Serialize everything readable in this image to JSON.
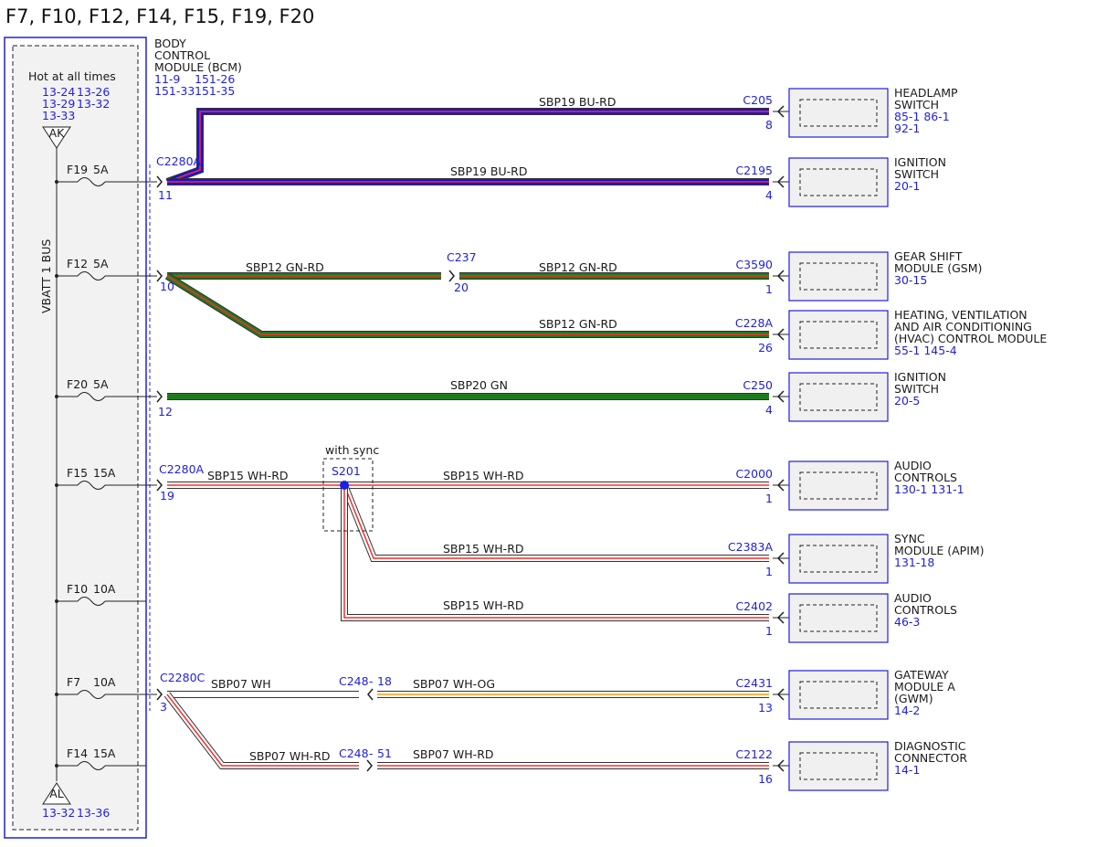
{
  "title": "F7, F10, F12, F14, F15, F19, F20",
  "fuse_box": {
    "hot_label": "Hot at all times",
    "refs_top": [
      "13-24",
      "13-26",
      "13-29",
      "13-32",
      "13-33"
    ],
    "top_marker": "AK",
    "bus_label": "VBATT 1 BUS",
    "bottom_marker": "AL",
    "refs_bottom": [
      "13-32",
      "13-36"
    ],
    "fuses": [
      {
        "name": "F19",
        "amps": "5A"
      },
      {
        "name": "F12",
        "amps": "5A"
      },
      {
        "name": "F20",
        "amps": "5A"
      },
      {
        "name": "F15",
        "amps": "15A"
      },
      {
        "name": "F10",
        "amps": "10A"
      },
      {
        "name": "F7",
        "amps": "10A"
      },
      {
        "name": "F14",
        "amps": "15A"
      }
    ]
  },
  "bcm": {
    "label_lines": [
      "BODY",
      "CONTROL",
      "MODULE (BCM)"
    ],
    "refs": [
      "11-9",
      "151-26",
      "151-33",
      "151-35"
    ]
  },
  "bcm_pins": [
    {
      "connector": "C2280A",
      "pin": "11"
    },
    {
      "connector": "",
      "pin": "10"
    },
    {
      "connector": "",
      "pin": "12"
    },
    {
      "connector": "C2280A",
      "pin": "19"
    },
    {
      "connector": "C2280C",
      "pin": "3"
    }
  ],
  "splice": {
    "caption": "with sync",
    "name": "S201"
  },
  "inline_connectors": [
    {
      "name": "C237",
      "pin": "20"
    },
    {
      "name": "C248",
      "pin": "18"
    },
    {
      "name": "C248",
      "pin": "51"
    }
  ],
  "wires": [
    {
      "label": "SBP19  BU-RD",
      "color": "#1a14d4",
      "stripe": "#ff2a2a"
    },
    {
      "label": "SBP19  BU-RD",
      "color": "#1a14d4",
      "stripe": "#ff2a2a"
    },
    {
      "label": "SBP12  GN-RD",
      "color": "#1e7a1e",
      "stripe": "#ff2a2a"
    },
    {
      "label": "SBP12  GN-RD",
      "color": "#1e7a1e",
      "stripe": "#ff2a2a"
    },
    {
      "label": "SBP12  GN-RD",
      "color": "#1e7a1e",
      "stripe": "#ff2a2a"
    },
    {
      "label": "SBP20  GN",
      "color": "#1e7a1e",
      "stripe": ""
    },
    {
      "label": "SBP15  WH-RD",
      "color": "#ffffff",
      "stripe": "#ff2a2a"
    },
    {
      "label": "SBP15  WH-RD",
      "color": "#ffffff",
      "stripe": "#ff2a2a"
    },
    {
      "label": "SBP15  WH-RD",
      "color": "#ffffff",
      "stripe": "#ff2a2a"
    },
    {
      "label": "SBP15  WH-RD",
      "color": "#ffffff",
      "stripe": "#ff2a2a"
    },
    {
      "label": "SBP07  WH",
      "color": "#ffffff",
      "stripe": ""
    },
    {
      "label": "SBP07  WH-OG",
      "color": "#ffffff",
      "stripe": "#f5a000"
    },
    {
      "label": "SBP07  WH-RD",
      "color": "#ffffff",
      "stripe": "#ff2a2a"
    },
    {
      "label": "SBP07  WH-RD",
      "color": "#ffffff",
      "stripe": "#ff2a2a"
    }
  ],
  "components": [
    {
      "connector": "C205",
      "pin": "8",
      "lines": [
        "HEADLAMP",
        "SWITCH"
      ],
      "refs": [
        "85-1   86-1",
        "92-1"
      ]
    },
    {
      "connector": "C2195",
      "pin": "4",
      "lines": [
        "IGNITION",
        "SWITCH"
      ],
      "refs": [
        "20-1"
      ]
    },
    {
      "connector": "C3590",
      "pin": "1",
      "lines": [
        "GEAR SHIFT",
        "MODULE (GSM)"
      ],
      "refs": [
        "30-15"
      ]
    },
    {
      "connector": "C228A",
      "pin": "26",
      "lines": [
        "HEATING, VENTILATION",
        "AND AIR CONDITIONING",
        "(HVAC) CONTROL MODULE"
      ],
      "refs": [
        "55-1   145-4"
      ]
    },
    {
      "connector": "C250",
      "pin": "4",
      "lines": [
        "IGNITION",
        "SWITCH"
      ],
      "refs": [
        "20-5"
      ]
    },
    {
      "connector": "C2000",
      "pin": "1",
      "lines": [
        "AUDIO",
        "CONTROLS"
      ],
      "refs": [
        "130-1 131-1"
      ]
    },
    {
      "connector": "C2383A",
      "pin": "1",
      "lines": [
        "SYNC",
        "MODULE (APIM)"
      ],
      "refs": [
        "131-18"
      ]
    },
    {
      "connector": "C2402",
      "pin": "1",
      "lines": [
        "AUDIO",
        "CONTROLS"
      ],
      "refs": [
        "46-3"
      ]
    },
    {
      "connector": "C2431",
      "pin": "13",
      "lines": [
        "GATEWAY",
        "MODULE A",
        "(GWM)"
      ],
      "refs": [
        "14-2"
      ]
    },
    {
      "connector": "C2122",
      "pin": "16",
      "lines": [
        "DIAGNOSTIC",
        "CONNECTOR"
      ],
      "refs": [
        "14-1"
      ]
    }
  ]
}
